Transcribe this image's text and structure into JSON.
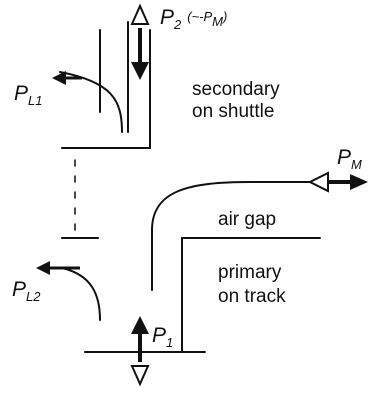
{
  "labels": {
    "p2": {
      "sym": "P",
      "sub": "2",
      "suffix": "(~-P",
      "suffix_sub": "M",
      "close": ")"
    },
    "pl1": {
      "sym": "P",
      "sub": "L1"
    },
    "pl2": {
      "sym": "P",
      "sub": "L2"
    },
    "pm": {
      "sym": "P",
      "sub": "M"
    },
    "p1": {
      "sym": "P",
      "sub": "1"
    },
    "secondary_line1": "secondary",
    "secondary_line2": "on shuttle",
    "air_gap": "air gap",
    "primary_line1": "primary",
    "primary_line2": "on track"
  },
  "colors": {
    "ink": "#111111",
    "background": "#ffffff"
  }
}
